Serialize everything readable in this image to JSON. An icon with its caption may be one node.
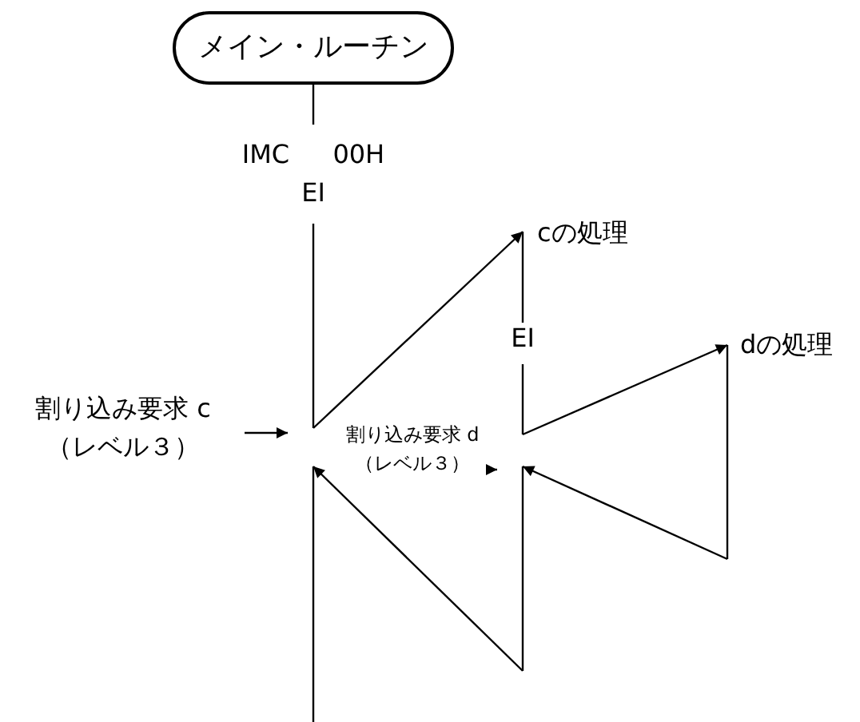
{
  "diagram": {
    "nodes": [
      {
        "text": [
          "メイン・ルーチン"
        ]
      },
      {
        "text": [],
        "shape": "bar"
      },
      {
        "text": [],
        "shape": "bar",
        "beside": [
          "cの処理"
        ]
      },
      {
        "text": [],
        "shape": "bar",
        "beside": [
          "dの処理"
        ]
      },
      {
        "text": [
          "割り込み要求 c（レベル３）"
        ]
      },
      {
        "text": [
          "割り込み要求 d（レベル３）"
        ]
      }
    ],
    "edges": [
      {
        "from": 0,
        "to": 1,
        "arrow": "none"
      },
      {
        "from": 1,
        "to": 2,
        "arrow": "to"
      },
      {
        "from": 2,
        "to": 3,
        "arrow": "to"
      },
      {
        "from": 3,
        "to": 2,
        "arrow": "to"
      },
      {
        "from": 2,
        "to": 1,
        "arrow": "to"
      },
      {
        "from": 4,
        "to": 1,
        "arrow": "to"
      },
      {
        "from": 5,
        "to": 2,
        "arrow": "to"
      }
    ],
    "labels": [
      "IMC 00H",
      "EI",
      "EI"
    ]
  }
}
